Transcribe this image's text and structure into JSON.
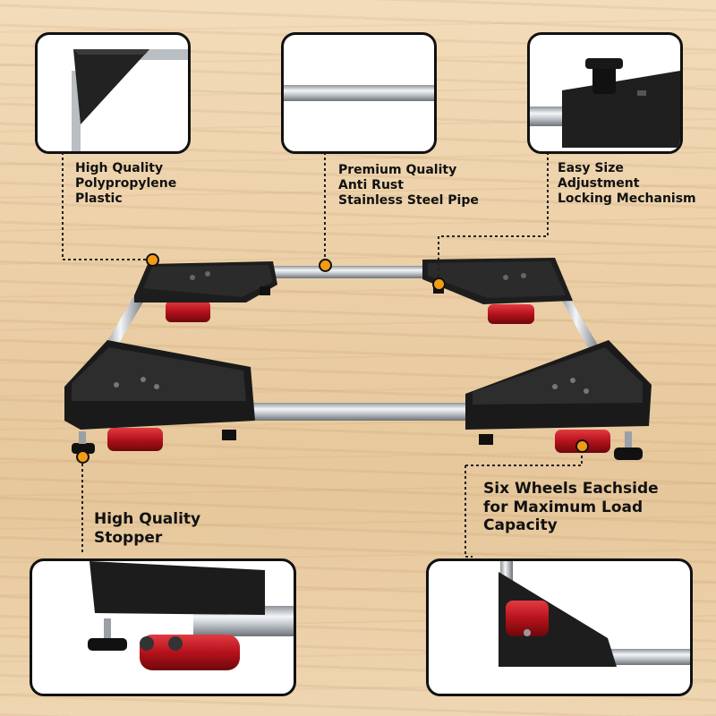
{
  "features": {
    "polypropylene": {
      "lines": [
        "High Quality",
        "Polypropylene",
        "Plastic"
      ],
      "icon": "plastic-corner-icon"
    },
    "steel_pipe": {
      "lines": [
        "Premium Quality",
        "Anti Rust",
        "Stainless Steel Pipe"
      ],
      "icon": "steel-pipe-icon"
    },
    "locking": {
      "lines": [
        "Easy Size",
        "Adjustment",
        "Locking Mechanism"
      ],
      "icon": "locking-knob-icon"
    },
    "stopper": {
      "lines": [
        "High Quality",
        "Stopper"
      ],
      "icon": "stopper-foot-icon"
    },
    "wheels": {
      "lines": [
        "Six Wheels Eachside",
        "for Maximum Load",
        "Capacity"
      ],
      "icon": "red-wheels-icon"
    }
  },
  "colors": {
    "accent_dot": "#f39c12",
    "frame_black": "#1b1b1b",
    "wheel_red": "#b5121b",
    "steel": "#c9cdd2",
    "wood": "#ecd0a8"
  }
}
